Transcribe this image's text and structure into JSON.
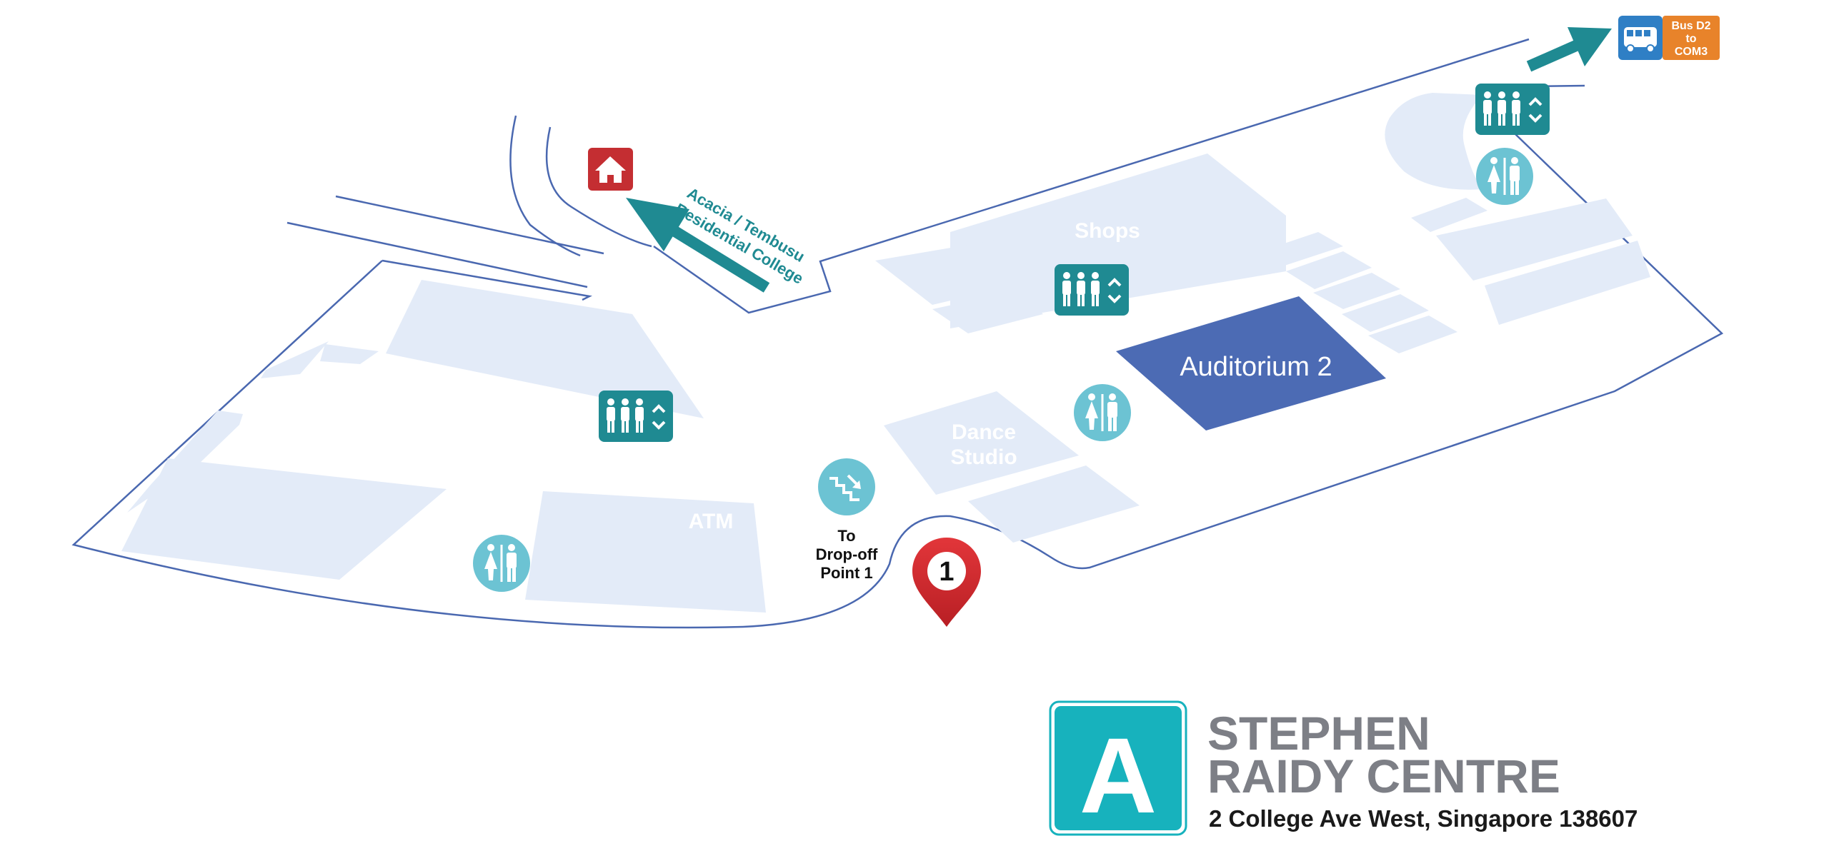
{
  "map": {
    "rooms": {
      "shops": "Shops",
      "auditorium": "Auditorium 2",
      "dance_line1": "Dance",
      "dance_line2": "Studio",
      "atm": "ATM"
    },
    "directions": {
      "acacia_line1": "Acacia / Tembusu",
      "acacia_line2": "Residential College",
      "dropoff_line1": "To",
      "dropoff_line2": "Drop-off",
      "dropoff_line3": "Point 1",
      "bus_line1": "Bus D2",
      "bus_line2": "to",
      "bus_line3": "COM3"
    },
    "marker_number": "1",
    "building": {
      "letter": "A",
      "name_line1": "STEPHEN",
      "name_line2": "RAIDY CENTRE",
      "address": "2 College Ave West, Singapore 138607"
    },
    "icons": [
      "home-icon",
      "lift-icon",
      "toilet-icon",
      "stairs-icon",
      "bus-icon",
      "location-pin-icon"
    ],
    "colors": {
      "outline": "#4a68b0",
      "room_fill": "#e3ebf8",
      "auditorium": "#4c6bb4",
      "teal_dark": "#1f8a92",
      "teal_light": "#6cc3d3",
      "home_red": "#c42e32",
      "pin_red": "#d42a2e",
      "bus_blue": "#2f7fc5",
      "bus_orange": "#e8832a",
      "building_teal": "#17b2bd",
      "building_text": "#7d7f86"
    }
  }
}
